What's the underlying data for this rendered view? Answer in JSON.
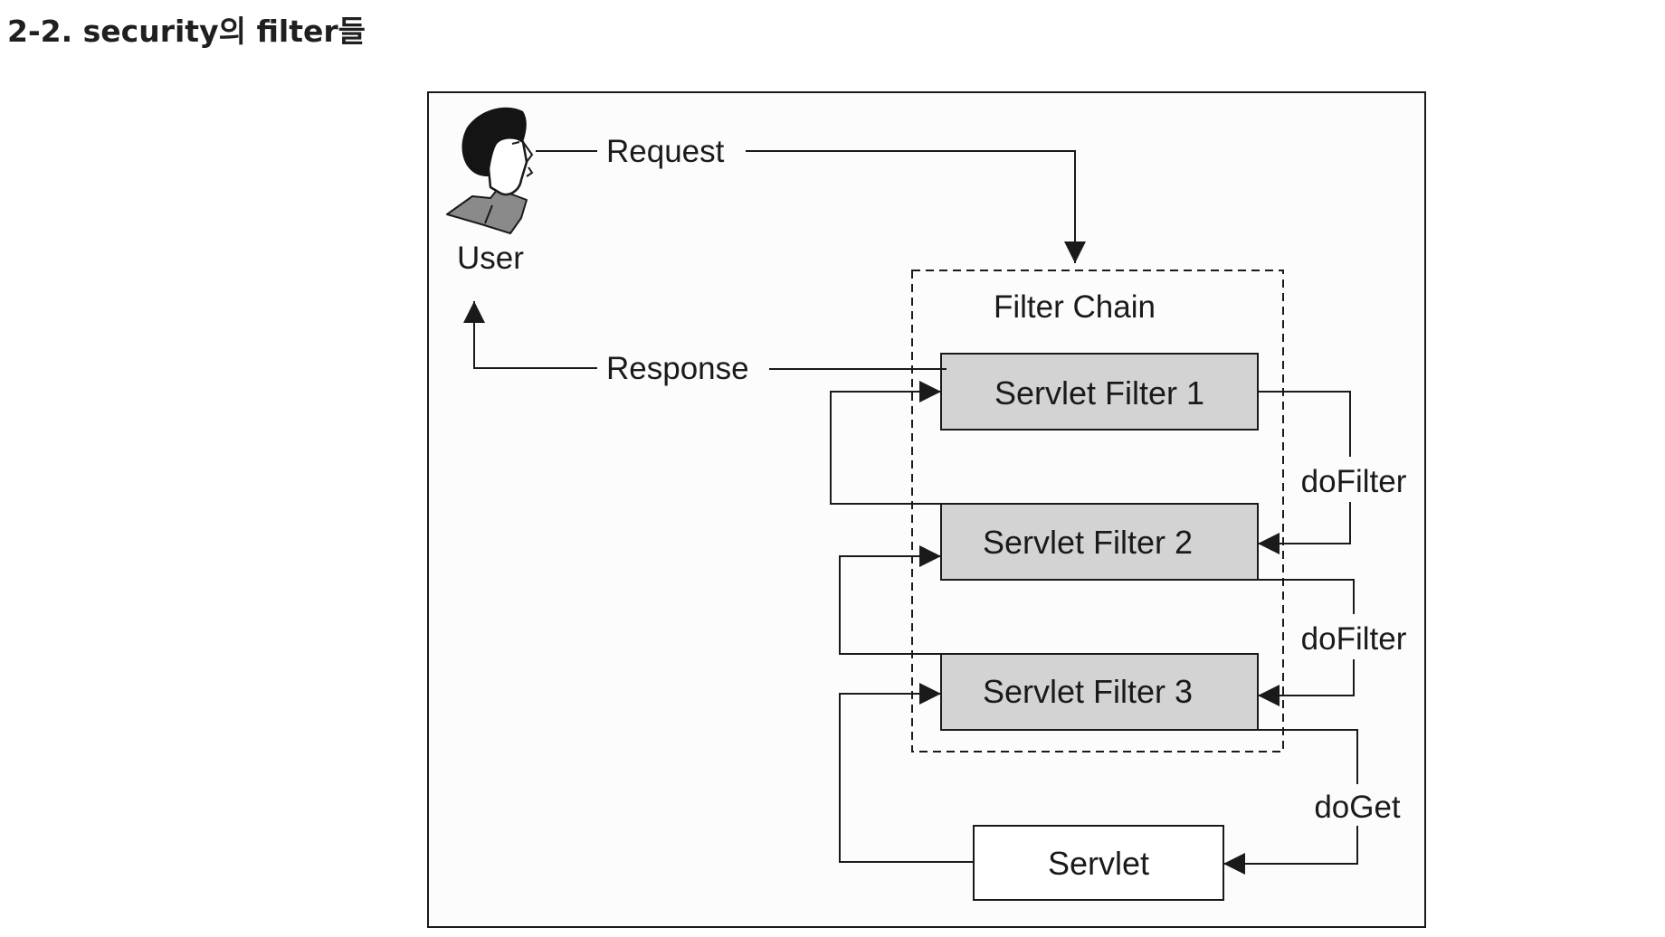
{
  "heading": "2-2. security의 filter들",
  "diagram": {
    "user_label": "User",
    "request_label": "Request",
    "response_label": "Response",
    "filter_chain_label": "Filter Chain",
    "filters": [
      "Servlet Filter 1",
      "Servlet Filter 2",
      "Servlet Filter 3"
    ],
    "servlet_label": "Servlet",
    "dofilter_label_1": "doFilter",
    "dofilter_label_2": "doFilter",
    "doget_label": "doGet",
    "colors": {
      "filter_fill": "#d3d3d3",
      "frame_bg": "#fcfcfc",
      "stroke": "#1a1a1a"
    }
  }
}
